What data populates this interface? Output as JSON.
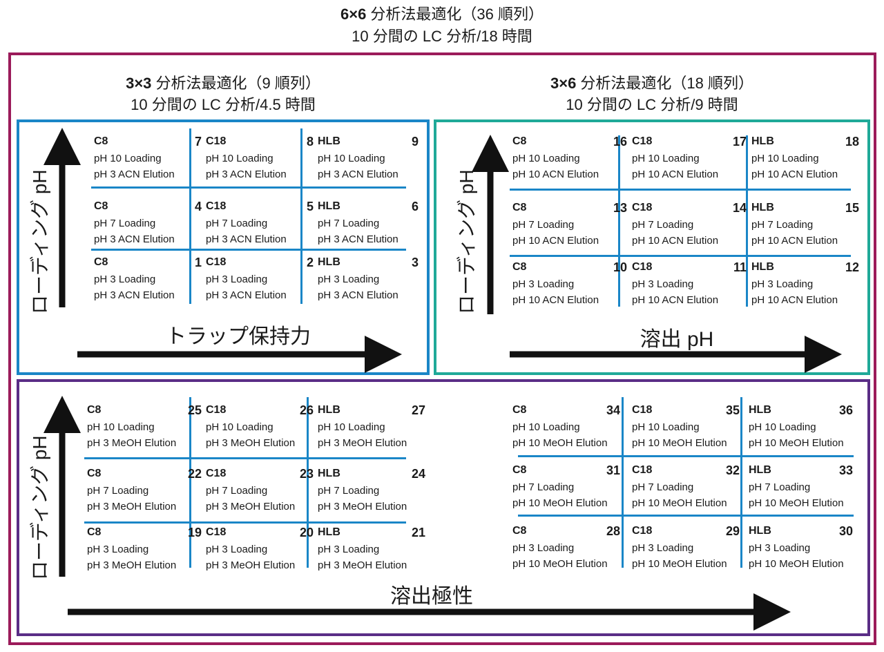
{
  "header": {
    "title_bold": "6×6",
    "title_rest": " 分析法最適化（36 順列）",
    "subtitle": "10 分間の LC 分析/18 時間"
  },
  "quadrant_3x3": {
    "title_bold": "3×3",
    "title_rest": " 分析法最適化（9 順列）",
    "subtitle": "10 分間の LC 分析/4.5 時間",
    "x_axis": "トラップ保持力",
    "y_axis": "ローディング pH",
    "cells": [
      {
        "col": "C8",
        "num": "7",
        "l1": "pH 10 Loading",
        "l2": "pH 3 ACN Elution"
      },
      {
        "col": "C18",
        "num": "8",
        "l1": "pH 10 Loading",
        "l2": "pH 3 ACN Elution"
      },
      {
        "col": "HLB",
        "num": "9",
        "l1": "pH 10 Loading",
        "l2": "pH 3 ACN Elution"
      },
      {
        "col": "C8",
        "num": "4",
        "l1": "pH 7 Loading",
        "l2": "pH 3 ACN Elution"
      },
      {
        "col": "C18",
        "num": "5",
        "l1": "pH 7 Loading",
        "l2": "pH 3 ACN Elution"
      },
      {
        "col": "HLB",
        "num": "6",
        "l1": "pH 7 Loading",
        "l2": "pH 3 ACN Elution"
      },
      {
        "col": "C8",
        "num": "1",
        "l1": "pH 3 Loading",
        "l2": "pH 3 ACN Elution"
      },
      {
        "col": "C18",
        "num": "2",
        "l1": "pH 3 Loading",
        "l2": "pH 3 ACN Elution"
      },
      {
        "col": "HLB",
        "num": "3",
        "l1": "pH 3 Loading",
        "l2": "pH 3 ACN Elution"
      }
    ]
  },
  "quadrant_3x6": {
    "title_bold": "3×6",
    "title_rest": " 分析法最適化（18 順列）",
    "subtitle": "10 分間の LC 分析/9 時間",
    "x_axis": "溶出 pH",
    "y_axis": "ローディング pH",
    "cells": [
      {
        "col": "C8",
        "num": "16",
        "l1": "pH 10 Loading",
        "l2": "pH 10 ACN Elution"
      },
      {
        "col": "C18",
        "num": "17",
        "l1": "pH 10 Loading",
        "l2": "pH 10 ACN Elution"
      },
      {
        "col": "HLB",
        "num": "18",
        "l1": "pH 10 Loading",
        "l2": "pH 10 ACN Elution"
      },
      {
        "col": "C8",
        "num": "13",
        "l1": "pH 7 Loading",
        "l2": "pH 10 ACN Elution"
      },
      {
        "col": "C18",
        "num": "14",
        "l1": "pH 7 Loading",
        "l2": "pH 10 ACN Elution"
      },
      {
        "col": "HLB",
        "num": "15",
        "l1": "pH 7 Loading",
        "l2": "pH 10 ACN Elution"
      },
      {
        "col": "C8",
        "num": "10",
        "l1": "pH 3 Loading",
        "l2": "pH 10 ACN Elution"
      },
      {
        "col": "C18",
        "num": "11",
        "l1": "pH 3 Loading",
        "l2": "pH 10 ACN Elution"
      },
      {
        "col": "HLB",
        "num": "12",
        "l1": "pH 3 Loading",
        "l2": "pH 10 ACN Elution"
      }
    ]
  },
  "quadrant_bottom_left": {
    "y_axis": "ローディング pH",
    "cells": [
      {
        "col": "C8",
        "num": "25",
        "l1": "pH 10 Loading",
        "l2": "pH 3 MeOH Elution"
      },
      {
        "col": "C18",
        "num": "26",
        "l1": "pH 10 Loading",
        "l2": "pH 3 MeOH Elution"
      },
      {
        "col": "HLB",
        "num": "27",
        "l1": "pH 10 Loading",
        "l2": "pH 3 MeOH Elution"
      },
      {
        "col": "C8",
        "num": "22",
        "l1": "pH 7 Loading",
        "l2": "pH 3 MeOH Elution"
      },
      {
        "col": "C18",
        "num": "23",
        "l1": "pH 7 Loading",
        "l2": "pH 3 MeOH Elution"
      },
      {
        "col": "HLB",
        "num": "24",
        "l1": "pH 7 Loading",
        "l2": "pH 3 MeOH Elution"
      },
      {
        "col": "C8",
        "num": "19",
        "l1": "pH 3 Loading",
        "l2": "pH 3 MeOH Elution"
      },
      {
        "col": "C18",
        "num": "20",
        "l1": "pH 3 Loading",
        "l2": "pH 3 MeOH Elution"
      },
      {
        "col": "HLB",
        "num": "21",
        "l1": "pH 3 Loading",
        "l2": "pH 3 MeOH Elution"
      }
    ]
  },
  "quadrant_bottom_right": {
    "x_axis": "溶出極性",
    "cells": [
      {
        "col": "C8",
        "num": "34",
        "l1": "pH 10 Loading",
        "l2": "pH 10 MeOH Elution"
      },
      {
        "col": "C18",
        "num": "35",
        "l1": "pH 10 Loading",
        "l2": "pH 10 MeOH Elution"
      },
      {
        "col": "HLB",
        "num": "36",
        "l1": "pH 10 Loading",
        "l2": "pH 10 MeOH Elution"
      },
      {
        "col": "C8",
        "num": "31",
        "l1": "pH 7 Loading",
        "l2": "pH 10 MeOH Elution"
      },
      {
        "col": "C18",
        "num": "32",
        "l1": "pH 7 Loading",
        "l2": "pH 10 MeOH Elution"
      },
      {
        "col": "HLB",
        "num": "33",
        "l1": "pH 7 Loading",
        "l2": "pH 10 MeOH Elution"
      },
      {
        "col": "C8",
        "num": "28",
        "l1": "pH 3 Loading",
        "l2": "pH 10 MeOH Elution"
      },
      {
        "col": "C18",
        "num": "29",
        "l1": "pH 3 Loading",
        "l2": "pH 10 MeOH Elution"
      },
      {
        "col": "HLB",
        "num": "30",
        "l1": "pH 3 Loading",
        "l2": "pH 10 MeOH Elution"
      }
    ]
  },
  "colors": {
    "outer_border": "#9b1b5a",
    "q1_border": "#1a86c7",
    "q2_border": "#1fa998",
    "q3_border": "#5a2d86",
    "grid_lines": "#1a86c7"
  }
}
